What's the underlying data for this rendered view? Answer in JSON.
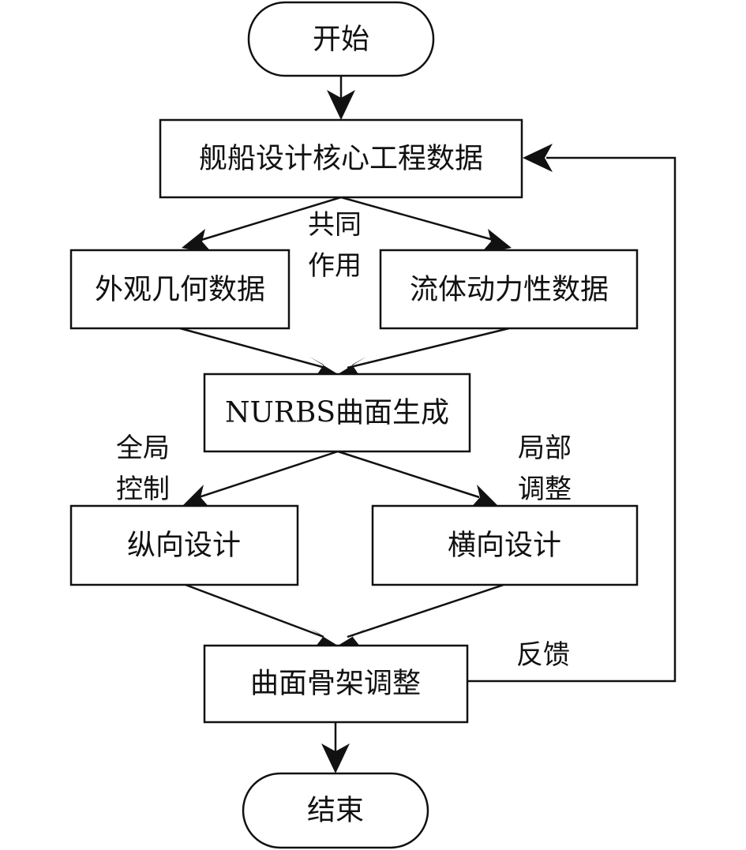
{
  "nodes": {
    "start": "开始",
    "core_data": "舰船设计核心工程数据",
    "appearance_geometry": "外观几何数据",
    "fluid_dynamics": "流体动力性数据",
    "nurbs_generation": "NURBS曲面生成",
    "longitudinal_design": "纵向设计",
    "transverse_design": "横向设计",
    "skeleton_adjustment": "曲面骨架调整",
    "end": "结束"
  },
  "labels": {
    "joint_action": [
      "共同",
      "作用"
    ],
    "global_control": [
      "全局",
      "控制"
    ],
    "local_adjustment": [
      "局部",
      "调整"
    ],
    "feedback": "反馈"
  }
}
